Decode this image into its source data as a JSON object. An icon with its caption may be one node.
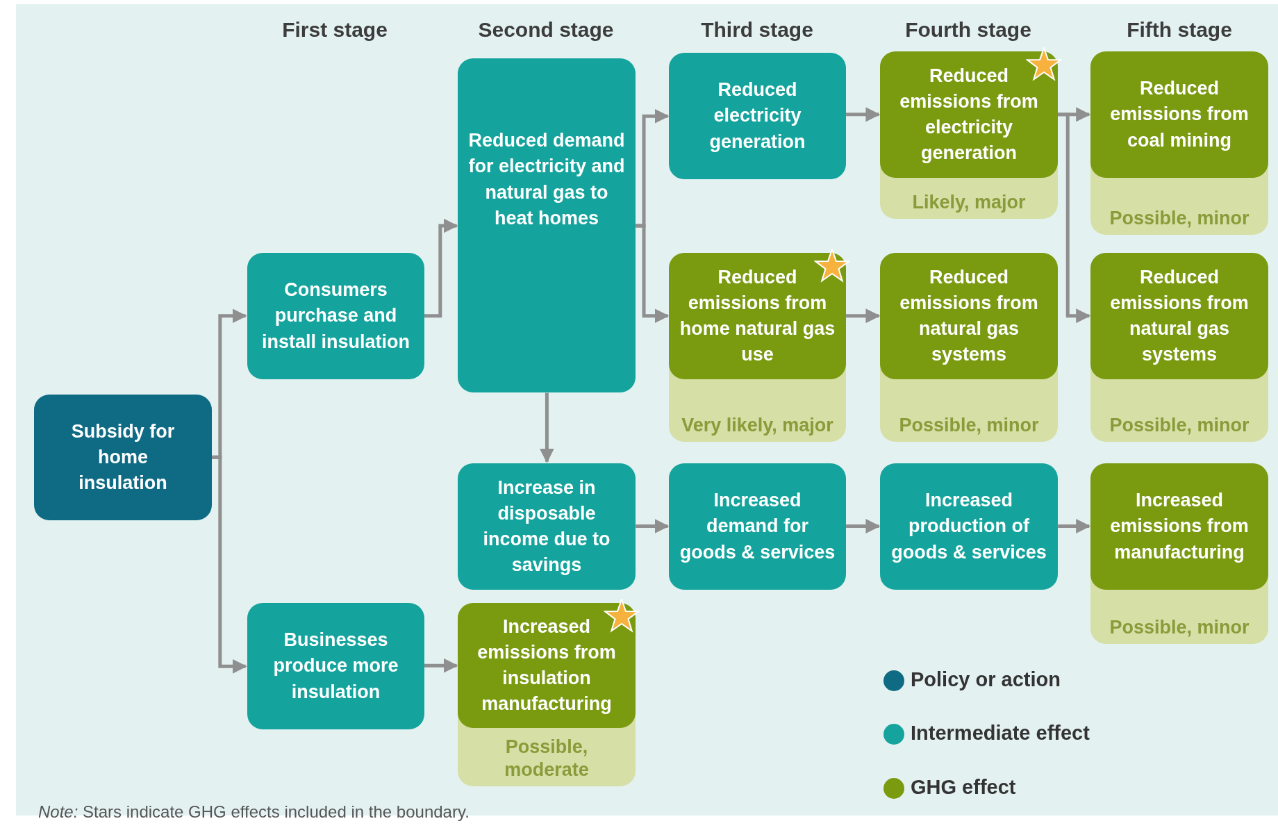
{
  "diagram": {
    "nodes": [
      {
        "text": [
          "Subsidy for home insulation"
        ]
      },
      {
        "text": [
          "Consumers purchase and install insulation"
        ]
      },
      {
        "text": [
          "Businesses produce more insulation"
        ]
      },
      {
        "text": [
          "Reduced demand for electricity and natural gas to heat homes"
        ]
      },
      {
        "text": [
          "Increase in disposable income due to savings"
        ]
      },
      {
        "text": [
          "Increased emissions from insulation manufacturing"
        ],
        "beside": [
          "Possible, moderate"
        ]
      },
      {
        "text": [
          "Reduced electricity generation"
        ]
      },
      {
        "text": [
          "Reduced emissions from home natural gas use"
        ],
        "beside": [
          "Very likely, major"
        ]
      },
      {
        "text": [
          "Increased demand for goods & services"
        ]
      },
      {
        "text": [
          "Reduced emissions from electricity generation"
        ],
        "beside": [
          "Likely, major"
        ]
      },
      {
        "text": [
          "Reduced emissions from natural gas systems"
        ],
        "beside": [
          "Possible, minor"
        ]
      },
      {
        "text": [
          "Increased production of goods & services"
        ]
      },
      {
        "text": [
          "Reduced emissions from coal mining"
        ],
        "beside": [
          "Possible, minor"
        ]
      },
      {
        "text": [
          "Reduced emissions from natural gas systems"
        ],
        "beside": [
          "Possible, minor"
        ]
      },
      {
        "text": [
          "Increased emissions from manufacturing"
        ],
        "beside": [
          "Possible, minor"
        ]
      }
    ],
    "edges": [
      {
        "from": 0,
        "to": 1,
        "arrow": "to"
      },
      {
        "from": 0,
        "to": 2,
        "arrow": "to"
      },
      {
        "from": 1,
        "to": 3,
        "arrow": "to"
      },
      {
        "from": 2,
        "to": 5,
        "arrow": "to"
      },
      {
        "from": 3,
        "to": 6,
        "arrow": "to"
      },
      {
        "from": 3,
        "to": 7,
        "arrow": "to"
      },
      {
        "from": 3,
        "to": 4,
        "arrow": "to"
      },
      {
        "from": 4,
        "to": 8,
        "arrow": "to"
      },
      {
        "from": 6,
        "to": 9,
        "arrow": "to"
      },
      {
        "from": 7,
        "to": 10,
        "arrow": "to"
      },
      {
        "from": 8,
        "to": 11,
        "arrow": "to"
      },
      {
        "from": 9,
        "to": 12,
        "arrow": "to"
      },
      {
        "from": 9,
        "to": 13,
        "arrow": "to"
      },
      {
        "from": 11,
        "to": 14,
        "arrow": "to"
      }
    ],
    "labels": [
      "First stage",
      "Second stage",
      "Third stage",
      "Fourth stage",
      "Fifth stage",
      "*Note:* Stars indicate GHG effects included in the boundary."
    ],
    "legend": [
      {
        "text": "Policy or action",
        "color": "#0f6a84"
      },
      {
        "text": "Intermediate effect",
        "color": "#14a49d"
      },
      {
        "text": "GHG effect",
        "color": "#7a9a10"
      }
    ]
  }
}
